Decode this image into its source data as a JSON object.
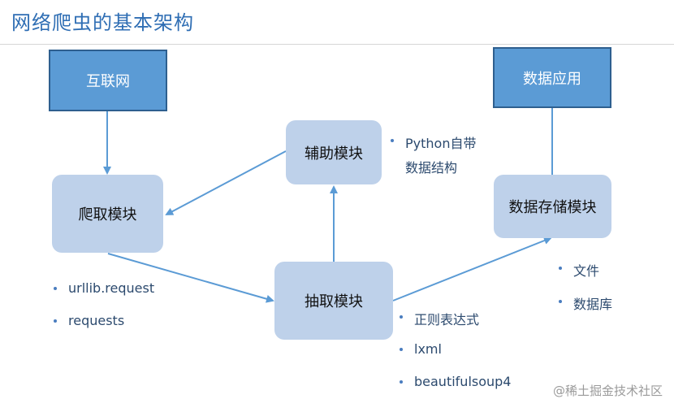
{
  "title": "网络爬虫的基本架构",
  "nodes": {
    "internet": "互联网",
    "data_app": "数据应用",
    "crawl": "爬取模块",
    "aux": "辅助模块",
    "extract": "抽取模块",
    "storage": "数据存储模块"
  },
  "notes": {
    "aux": [
      "Python自带",
      "数据结构"
    ],
    "crawl": [
      "urllib.request",
      "requests"
    ],
    "extract": [
      "正则表达式",
      "lxml",
      "beautifulsoup4"
    ],
    "storage": [
      "文件",
      "数据库"
    ]
  },
  "watermark": "@稀土掘金技术社区",
  "colors": {
    "dark_box": "#5b9bd5",
    "light_box": "#bed1ea",
    "arrow": "#5b9bd5",
    "title": "#2f6eb4"
  }
}
